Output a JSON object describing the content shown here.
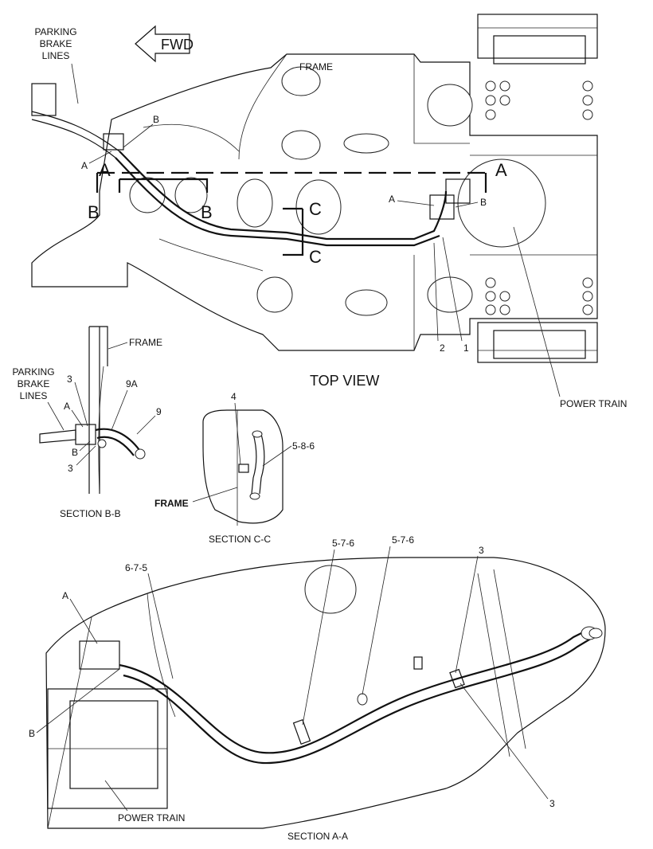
{
  "fwd": "FWD",
  "top_view": {
    "title": "TOP VIEW",
    "parking_brake_lines": [
      "PARKING",
      "BRAKE",
      "LINES"
    ],
    "frame": "FRAME",
    "power_train": "POWER TRAIN",
    "section_markers": {
      "a_left": "A",
      "a_right": "A",
      "b_left": "B",
      "b_right": "B",
      "c_top": "C",
      "c_bottom": "C"
    },
    "callouts": {
      "a_upper": "A",
      "b_upper": "B",
      "a_mid": "A",
      "b_mid": "B",
      "num_2": "2",
      "num_1": "1"
    }
  },
  "section_bb": {
    "title": "SECTION B-B",
    "frame": "FRAME",
    "parking_brake_lines": [
      "PARKING",
      "BRAKE",
      "LINES"
    ],
    "callouts": {
      "num_3_top": "3",
      "num_9a": "9A",
      "num_9": "9",
      "a": "A",
      "b": "B",
      "num_3_bottom": "3"
    }
  },
  "section_cc": {
    "title": "SECTION C-C",
    "frame": "FRAME",
    "callouts": {
      "num_4": "4",
      "num_586": "5-8-6"
    }
  },
  "section_aa": {
    "title": "SECTION A-A",
    "power_train": "POWER TRAIN",
    "callouts": {
      "a": "A",
      "b": "B",
      "num_675": "6-7-5",
      "num_576_left": "5-7-6",
      "num_576_right": "5-7-6",
      "num_3_top": "3",
      "num_3_bottom": "3"
    }
  }
}
